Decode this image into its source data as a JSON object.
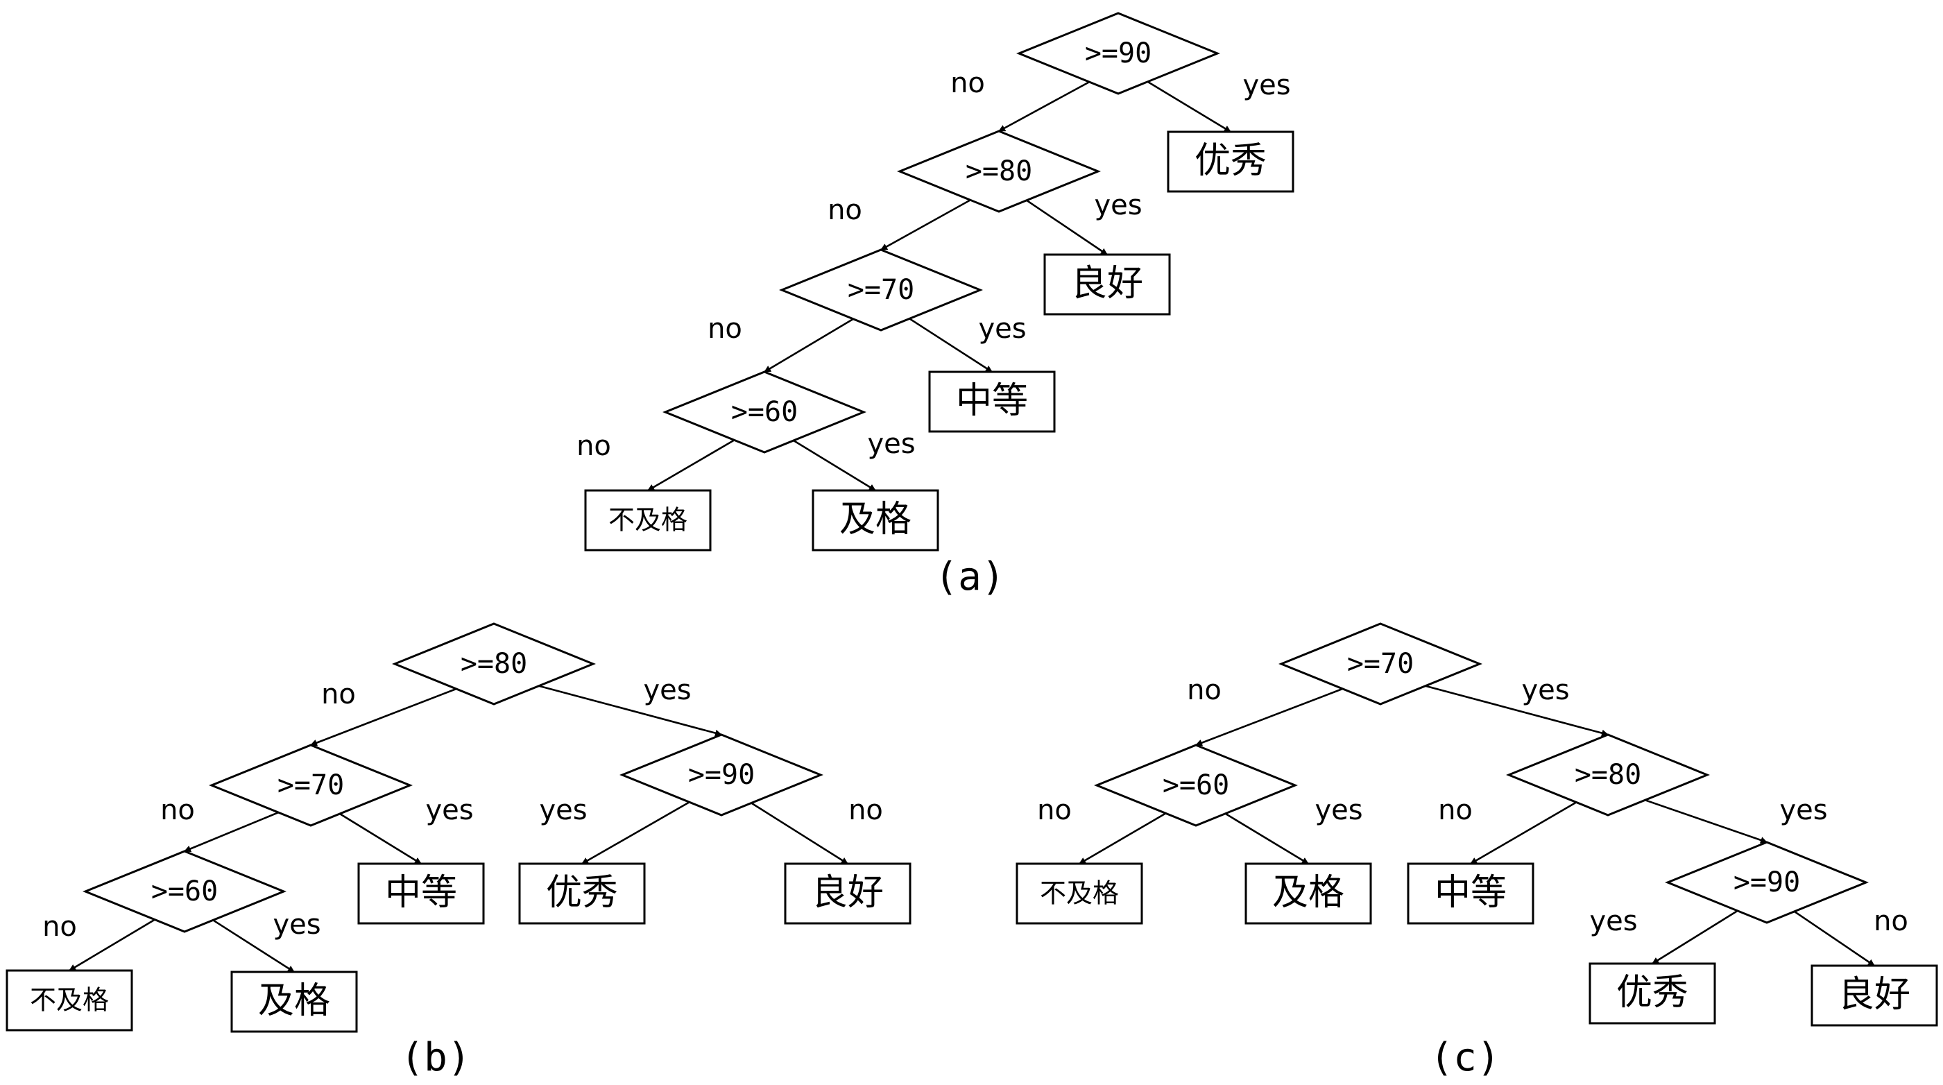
{
  "diagrams": [
    {
      "caption": "(a)",
      "nodes": [
        {
          "id": "a1",
          "kind": "decision",
          "label": ">=90"
        },
        {
          "id": "a2",
          "kind": "decision",
          "label": ">=80"
        },
        {
          "id": "a3",
          "kind": "decision",
          "label": ">=70"
        },
        {
          "id": "a4",
          "kind": "decision",
          "label": ">=60"
        },
        {
          "id": "aL1",
          "kind": "leaf",
          "label": "优秀"
        },
        {
          "id": "aL2",
          "kind": "leaf",
          "label": "良好"
        },
        {
          "id": "aL3",
          "kind": "leaf",
          "label": "中等"
        },
        {
          "id": "aL4",
          "kind": "leaf",
          "label": "及格"
        },
        {
          "id": "aL5",
          "kind": "leaf",
          "label": "不及格",
          "small": true
        }
      ],
      "edges": [
        {
          "from": "a1",
          "to": "a2",
          "label": "no"
        },
        {
          "from": "a1",
          "to": "aL1",
          "label": "yes"
        },
        {
          "from": "a2",
          "to": "a3",
          "label": "no"
        },
        {
          "from": "a2",
          "to": "aL2",
          "label": "yes"
        },
        {
          "from": "a3",
          "to": "a4",
          "label": "no"
        },
        {
          "from": "a3",
          "to": "aL3",
          "label": "yes"
        },
        {
          "from": "a4",
          "to": "aL5",
          "label": "no"
        },
        {
          "from": "a4",
          "to": "aL4",
          "label": "yes"
        }
      ]
    },
    {
      "caption": "(b)",
      "nodes": [
        {
          "id": "b1",
          "kind": "decision",
          "label": ">=80"
        },
        {
          "id": "b2",
          "kind": "decision",
          "label": ">=70"
        },
        {
          "id": "b3",
          "kind": "decision",
          "label": ">=90"
        },
        {
          "id": "b4",
          "kind": "decision",
          "label": ">=60"
        },
        {
          "id": "bL1",
          "kind": "leaf",
          "label": "中等"
        },
        {
          "id": "bL2",
          "kind": "leaf",
          "label": "优秀"
        },
        {
          "id": "bL3",
          "kind": "leaf",
          "label": "良好"
        },
        {
          "id": "bL4",
          "kind": "leaf",
          "label": "不及格",
          "small": true
        },
        {
          "id": "bL5",
          "kind": "leaf",
          "label": "及格"
        }
      ],
      "edges": [
        {
          "from": "b1",
          "to": "b2",
          "label": "no"
        },
        {
          "from": "b1",
          "to": "b3",
          "label": "yes"
        },
        {
          "from": "b2",
          "to": "b4",
          "label": "no"
        },
        {
          "from": "b2",
          "to": "bL1",
          "label": "yes"
        },
        {
          "from": "b3",
          "to": "bL2",
          "label": "yes"
        },
        {
          "from": "b3",
          "to": "bL3",
          "label": "no"
        },
        {
          "from": "b4",
          "to": "bL4",
          "label": "no"
        },
        {
          "from": "b4",
          "to": "bL5",
          "label": "yes"
        }
      ]
    },
    {
      "caption": "(c)",
      "nodes": [
        {
          "id": "c1",
          "kind": "decision",
          "label": ">=70"
        },
        {
          "id": "c2",
          "kind": "decision",
          "label": ">=60"
        },
        {
          "id": "c3",
          "kind": "decision",
          "label": ">=80"
        },
        {
          "id": "c4",
          "kind": "decision",
          "label": ">=90"
        },
        {
          "id": "cL1",
          "kind": "leaf",
          "label": "不及格",
          "small": true
        },
        {
          "id": "cL2",
          "kind": "leaf",
          "label": "及格"
        },
        {
          "id": "cL3",
          "kind": "leaf",
          "label": "中等"
        },
        {
          "id": "cL4",
          "kind": "leaf",
          "label": "优秀"
        },
        {
          "id": "cL5",
          "kind": "leaf",
          "label": "良好"
        }
      ],
      "edges": [
        {
          "from": "c1",
          "to": "c2",
          "label": "no"
        },
        {
          "from": "c1",
          "to": "c3",
          "label": "yes"
        },
        {
          "from": "c2",
          "to": "cL1",
          "label": "no"
        },
        {
          "from": "c2",
          "to": "cL2",
          "label": "yes"
        },
        {
          "from": "c3",
          "to": "cL3",
          "label": "no"
        },
        {
          "from": "c3",
          "to": "c4",
          "label": "yes"
        },
        {
          "from": "c4",
          "to": "cL4",
          "label": "yes"
        },
        {
          "from": "c4",
          "to": "cL5",
          "label": "no"
        }
      ]
    }
  ]
}
